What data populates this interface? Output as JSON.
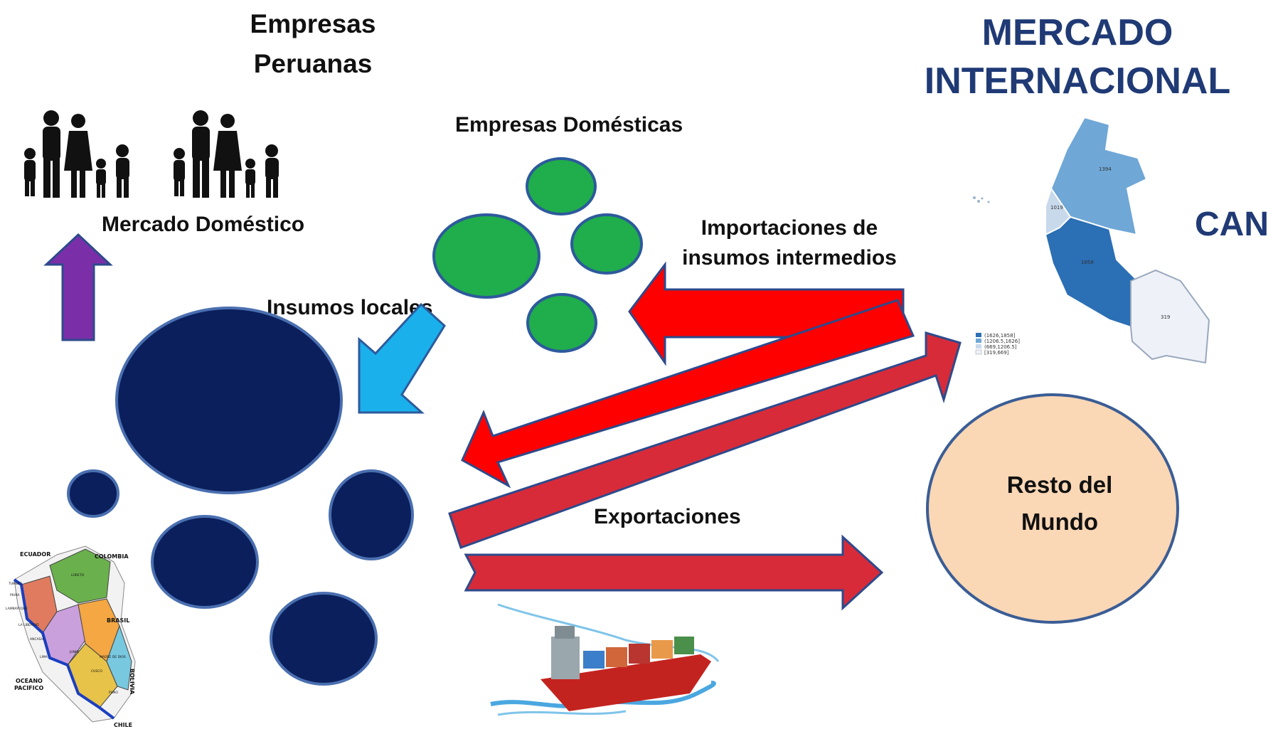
{
  "titles": {
    "empresas_line1": "Empresas",
    "empresas_line2": "Peruanas",
    "mercado_line1": "MERCADO",
    "mercado_line2": "INTERNACIONAL",
    "can": "CAN"
  },
  "labels": {
    "empresas_domesticas": "Empresas Domésticas",
    "mercado_domestico": "Mercado Doméstico",
    "insumos_locales": "Insumos locales",
    "importaciones_line1": "Importaciones de",
    "importaciones_line2": "insumos intermedios",
    "exportaciones": "Exportaciones",
    "resto_line1": "Resto del",
    "resto_line2": "Mundo"
  },
  "can_map": {
    "values": [
      "1394",
      "1019",
      "1858",
      "319"
    ],
    "legend": [
      "(1626,1858]",
      "(1206.5,1626]",
      "(669,1206.5]",
      "[319,669]"
    ]
  },
  "peru_map": {
    "labels": [
      "ECUADOR",
      "COLOMBIA",
      "BRASIL",
      "OCEANO",
      "PACIFICO",
      "BOLIVIA",
      "CHILE",
      "LORETO",
      "TUMBES",
      "PIURA",
      "LAMBAYEQUE",
      "LA LIBERTAD",
      "ANCASH",
      "LIMA",
      "JUNIN",
      "CUSCO",
      "PUNO",
      "MADRE DE DIOS"
    ]
  },
  "colors": {
    "navy": "#0a1f5c",
    "green": "#1fae4b",
    "red": "#ff0000",
    "dark_red": "#d72b3a",
    "light_blue": "#1ab0ec",
    "purple": "#7a2fa8",
    "peach": "#fad7b5",
    "title_blue": "#1f3a75"
  }
}
